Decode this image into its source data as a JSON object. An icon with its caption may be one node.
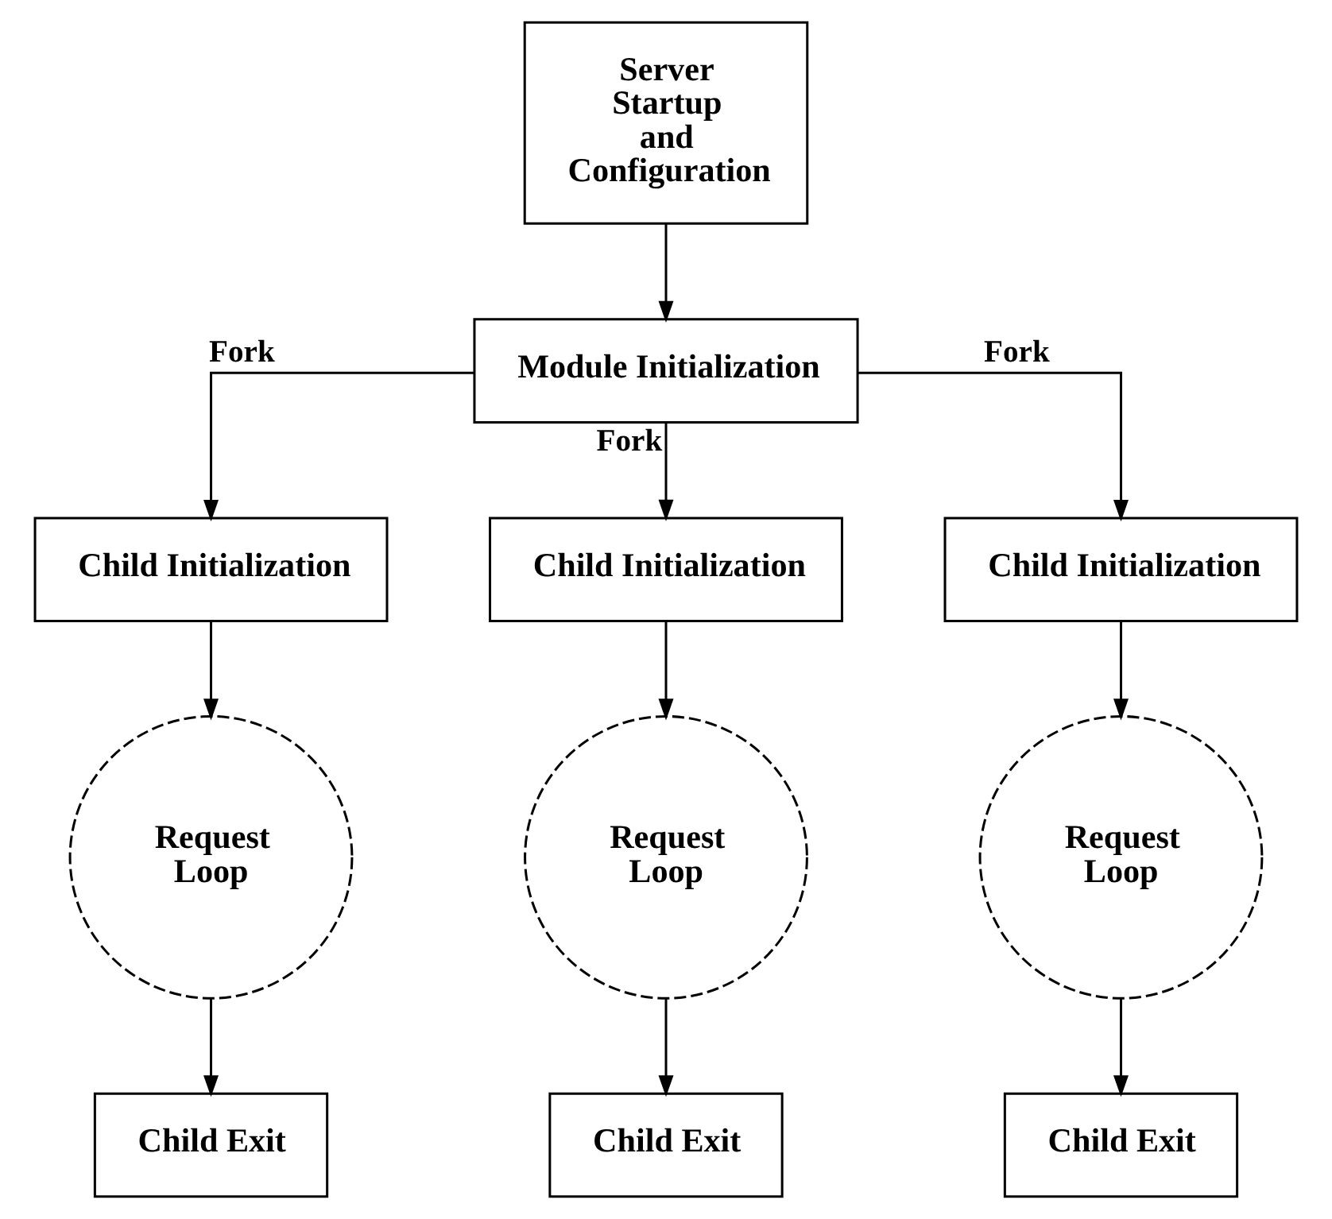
{
  "diagram": {
    "nodes": [
      {
        "text": [
          "Server Startup and Configuration"
        ]
      },
      {
        "text": [
          "Module Initialization"
        ]
      },
      {
        "text": [
          "Child Initialization"
        ]
      },
      {
        "text": [
          "Child Initialization"
        ]
      },
      {
        "text": [
          "Child Initialization"
        ]
      },
      {
        "text": [
          "Request Loop"
        ]
      },
      {
        "text": [
          "Request Loop"
        ]
      },
      {
        "text": [
          "Request Loop"
        ]
      },
      {
        "text": [
          "Child Exit"
        ]
      },
      {
        "text": [
          "Child Exit"
        ]
      },
      {
        "text": [
          "Child Exit"
        ]
      }
    ],
    "edges": [
      {
        "from": 0,
        "to": 1,
        "arrow": "to"
      },
      {
        "from": 1,
        "to": 2,
        "label": "Fork",
        "arrow": "to"
      },
      {
        "from": 1,
        "to": 3,
        "label": "Fork",
        "arrow": "to"
      },
      {
        "from": 1,
        "to": 4,
        "label": "Fork",
        "arrow": "to"
      },
      {
        "from": 2,
        "to": 5,
        "arrow": "to"
      },
      {
        "from": 3,
        "to": 6,
        "arrow": "to"
      },
      {
        "from": 4,
        "to": 7,
        "arrow": "to"
      },
      {
        "from": 5,
        "to": 8,
        "arrow": "to"
      },
      {
        "from": 6,
        "to": 9,
        "arrow": "to"
      },
      {
        "from": 7,
        "to": 10,
        "arrow": "to"
      }
    ]
  }
}
